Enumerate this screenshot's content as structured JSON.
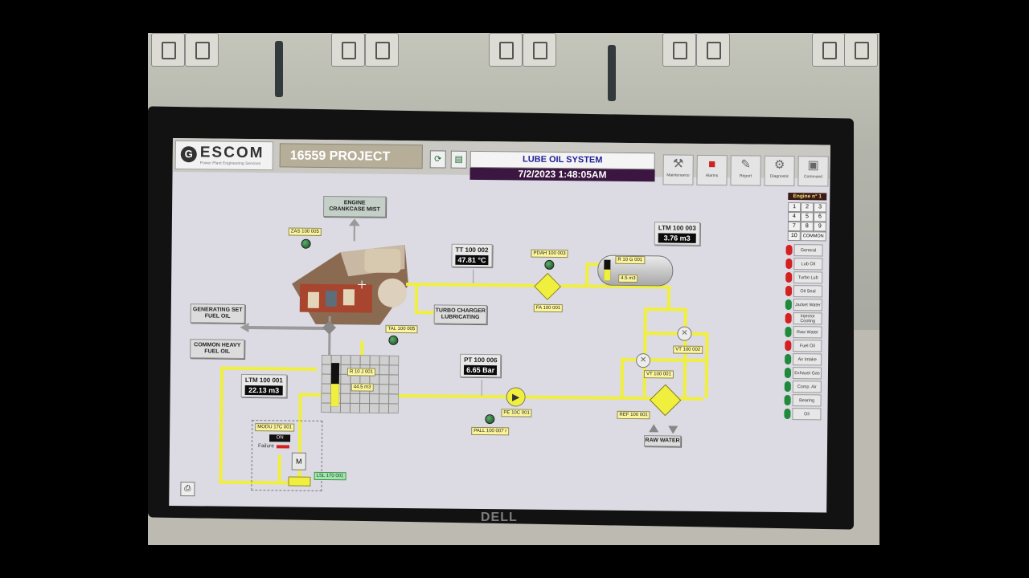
{
  "header": {
    "logo_text": "ESCOM",
    "logo_subtitle": "Power Plant Engineering Services",
    "project_title": "16559 PROJECT",
    "system_title": "LUBE OIL SYSTEM",
    "datetime": "7/2/2023 1:48:05AM",
    "nav_buttons": [
      {
        "label": "Maintenance",
        "icon": "wrench-icon"
      },
      {
        "label": "Alarms",
        "icon": "alarm-icon"
      },
      {
        "label": "Report",
        "icon": "report-icon"
      },
      {
        "label": "Diagnostic",
        "icon": "diagnostic-icon"
      },
      {
        "label": "Command",
        "icon": "computer-icon"
      }
    ]
  },
  "diagram": {
    "crankcase_label": "ENGINE\nCRANKCASE MIST",
    "zas_tag": "ZAS 100 005",
    "tt": {
      "name": "TT 100 002",
      "value": "47.81 °C"
    },
    "pdah_tag": "PDAH 100 003",
    "fa_tag": "FA 100 001",
    "rg_tag": "R 10 G 001",
    "rg_volume": "4.5 m3",
    "ltm3": {
      "name": "LTM 100 003",
      "value": "3.76 m3"
    },
    "turbo_label": "TURBO CHARGER\nLUBRICATING",
    "genset_label": "GENERATING SET\nFUEL OIL",
    "common_label": "COMMON HEAVY\nFUEL OIL",
    "tal_tag": "TAL 100 005",
    "rj_tag": "R 10 J 001",
    "rj_volume": "44.5 m3",
    "ltm1": {
      "name": "LTM 100 001",
      "value": "22.13 m3"
    },
    "pt": {
      "name": "PT 100 006",
      "value": "6.65 Bar"
    },
    "pe_tag": "PE 10C 001",
    "pall_tag": "PALL 100 007 r",
    "vt2_tag": "VT 100 002",
    "vt1_tag": "VT 100 001",
    "ref_tag": "REF 100 001",
    "raw_water_label": "RAW WATER",
    "modu_tag": "MODU 17C 001",
    "modu_state": "ON",
    "failure_label": "Failure",
    "lsl_tag": "LSL 170 001"
  },
  "engine_panel": {
    "title": "Engine n° 1",
    "numbers": [
      "1",
      "2",
      "3",
      "4",
      "5",
      "6",
      "7",
      "8",
      "9",
      "10"
    ],
    "common_label": "COMMON",
    "systems": [
      {
        "label": "General",
        "status": "#d42020"
      },
      {
        "label": "Lub Oil",
        "status": "#d42020"
      },
      {
        "label": "Turbo Lub",
        "status": "#d42020"
      },
      {
        "label": "Oil Seal",
        "status": "#d42020"
      },
      {
        "label": "Jacket Water",
        "status": "#1f8a3b"
      },
      {
        "label": "Injector Cooling",
        "status": "#d42020"
      },
      {
        "label": "Raw Water",
        "status": "#1f8a3b"
      },
      {
        "label": "Fuel Oil",
        "status": "#d42020"
      },
      {
        "label": "Air Intake",
        "status": "#1f8a3b"
      },
      {
        "label": "Exhaust Gas",
        "status": "#1f8a3b"
      },
      {
        "label": "Comp. Air",
        "status": "#1f8a3b"
      },
      {
        "label": "Bearing",
        "status": "#1f8a3b"
      },
      {
        "label": "Oil",
        "status": "#1f8a3b"
      }
    ]
  },
  "monitor_brand": "DELL"
}
